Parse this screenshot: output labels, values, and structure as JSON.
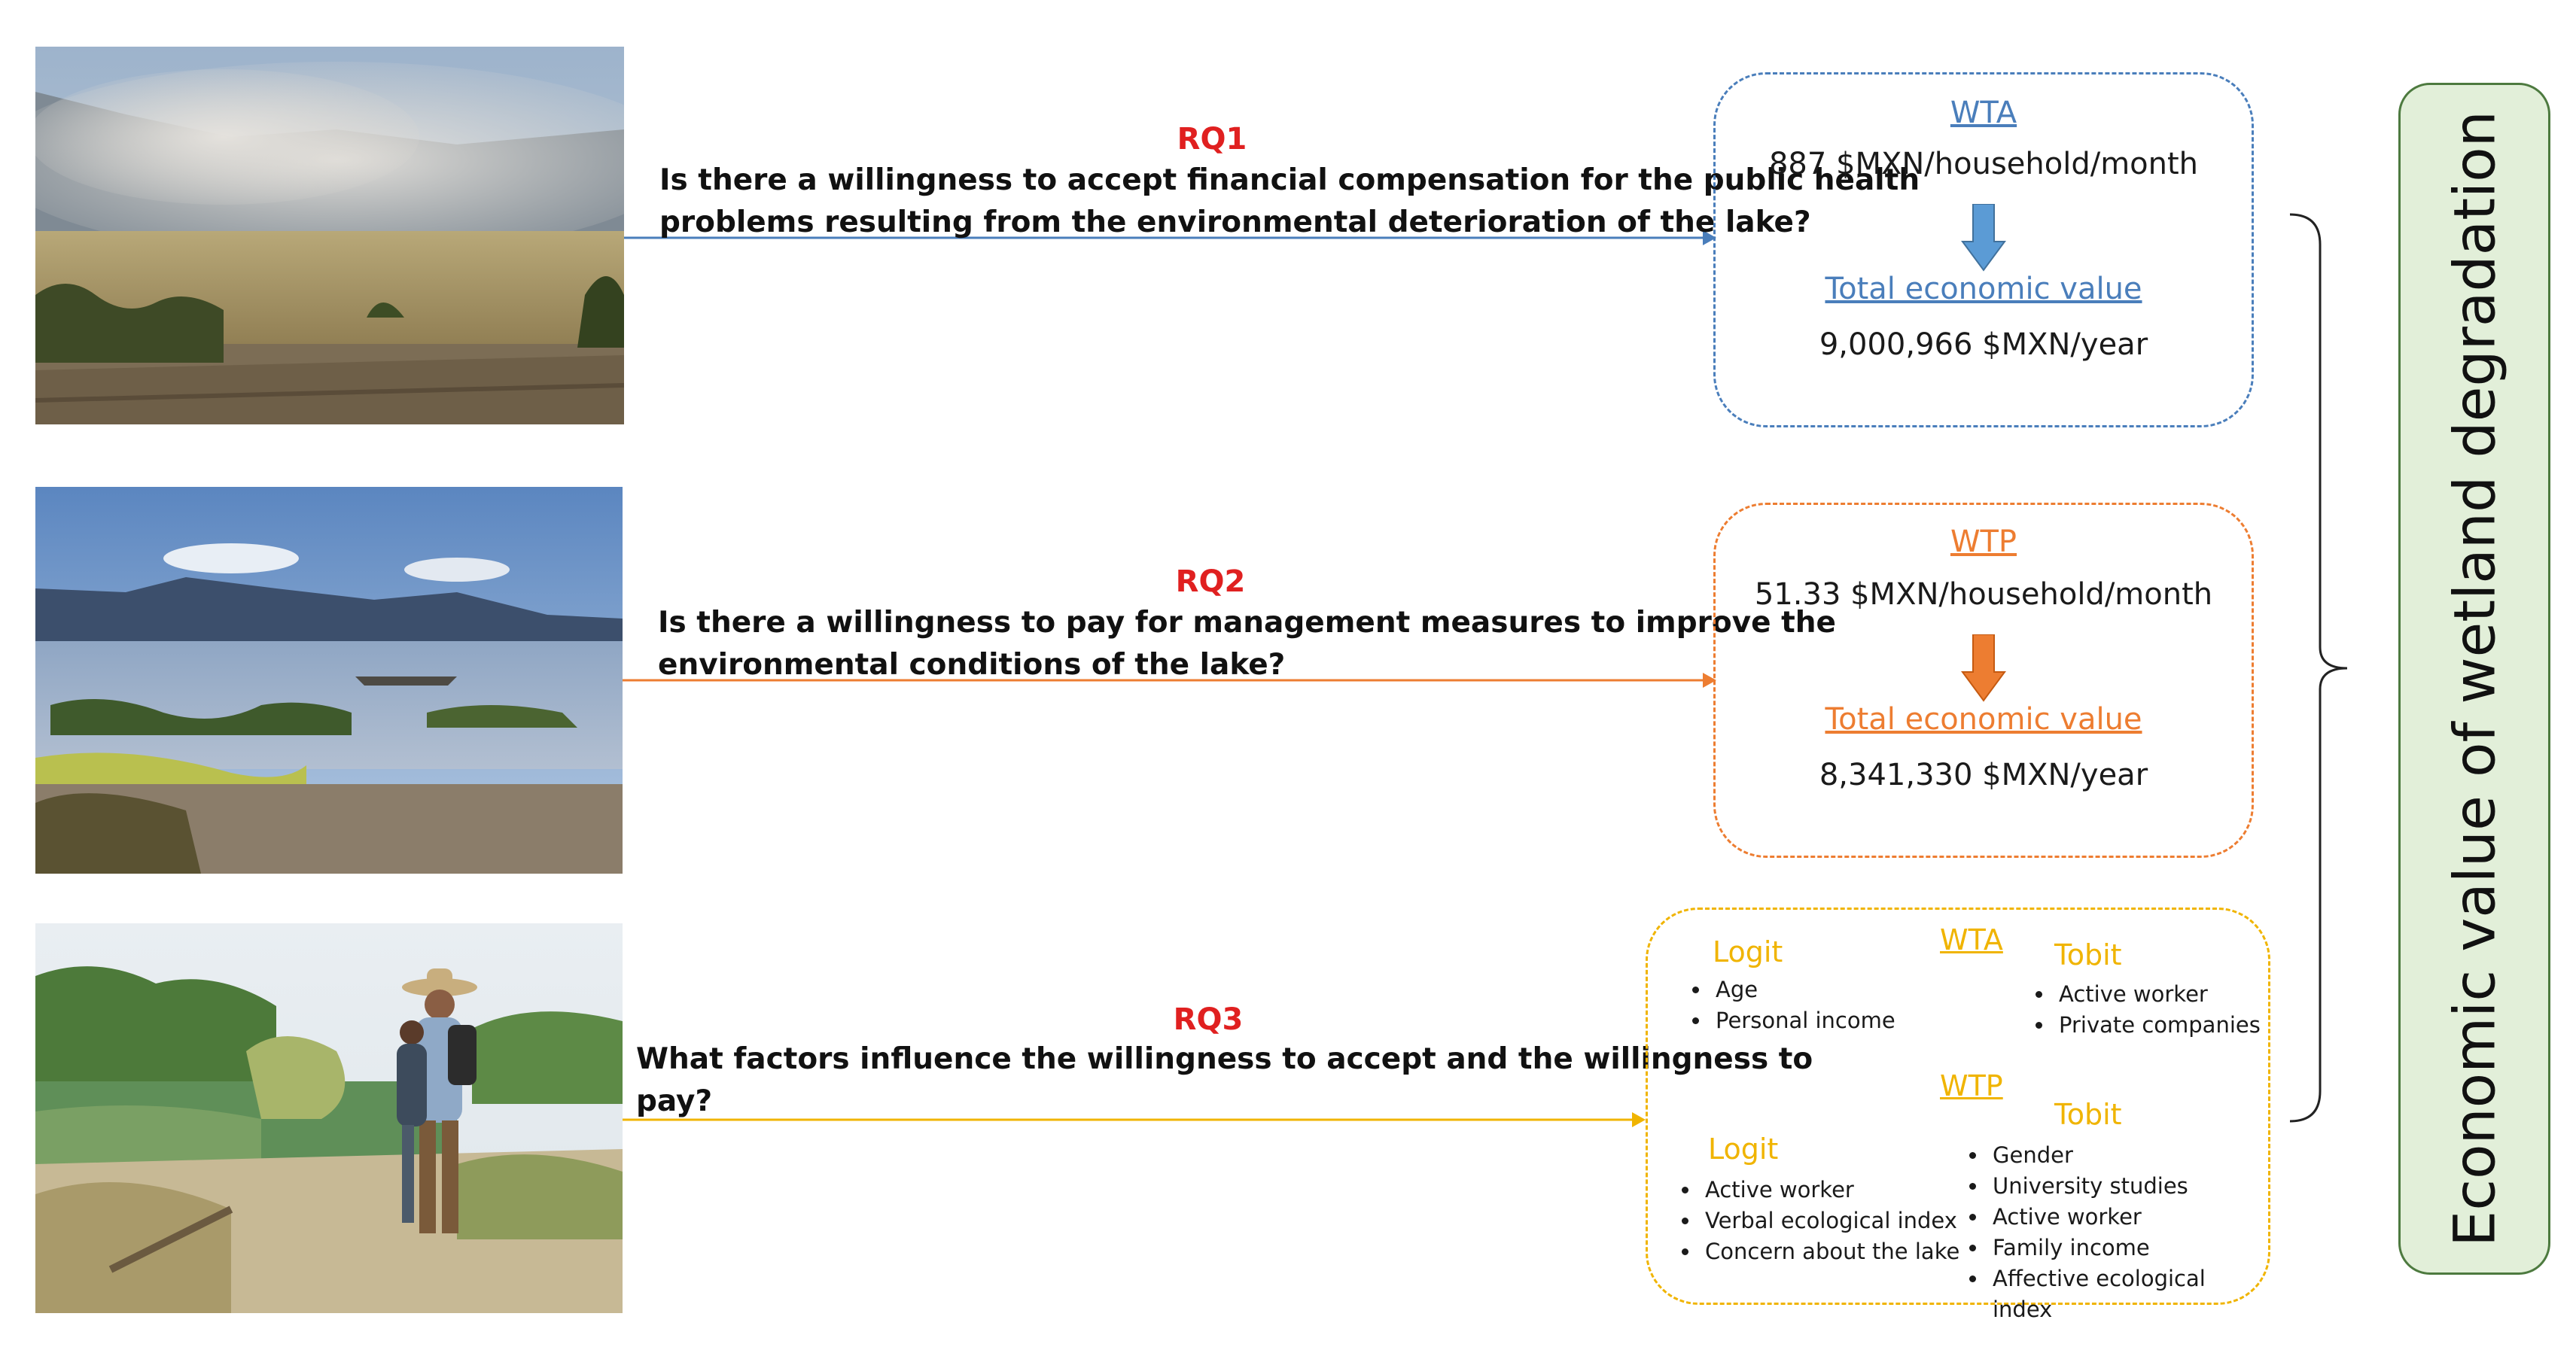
{
  "photos": [
    {
      "name": "dust-storm-lakebed-photo"
    },
    {
      "name": "lake-shore-boat-photo"
    },
    {
      "name": "field-researchers-photo"
    }
  ],
  "rq": [
    {
      "label": "RQ1",
      "lines": [
        "Is there a willingness to accept financial compensation for the public health",
        "problems resulting from the environmental deterioration of the lake?"
      ],
      "color": "#4a7ebb"
    },
    {
      "label": "RQ2",
      "lines": [
        "Is there a willingness to pay for management measures to improve the",
        "environmental conditions of the lake?"
      ],
      "color": "#ed7d31"
    },
    {
      "label": "RQ3",
      "lines": [
        "What factors influence the willingness to accept and the willingness to",
        "pay?"
      ],
      "color": "#f0b400"
    }
  ],
  "wta_box": {
    "title": "WTA",
    "value": "887 $MXN/household/month",
    "total_title": "Total economic value",
    "total_value": "9,000,966 $MXN/year",
    "color": "#4a7ebb"
  },
  "wtp_box": {
    "title": "WTP",
    "value": "51.33 $MXN/household/month",
    "total_title": "Total economic value",
    "total_value": "8,341,330 $MXN/year",
    "color": "#ed7d31"
  },
  "factors": {
    "color": "#f0b400",
    "wta": {
      "title": "WTA",
      "logit": {
        "title": "Logit",
        "items": [
          "Age",
          "Personal income"
        ]
      },
      "tobit": {
        "title": "Tobit",
        "items": [
          "Active worker",
          "Private companies"
        ]
      }
    },
    "wtp": {
      "title": "WTP",
      "logit": {
        "title": "Logit",
        "items": [
          "Active worker",
          "Verbal ecological index",
          "Concern about the lake"
        ]
      },
      "tobit": {
        "title": "Tobit",
        "items": [
          "Gender",
          "University studies",
          "Active worker",
          "Family income",
          "Affective ecological index"
        ]
      }
    }
  },
  "summary": {
    "text": "Economic value of wetland degradation",
    "fill": "#e2efd9",
    "border": "#4d7a3f"
  }
}
